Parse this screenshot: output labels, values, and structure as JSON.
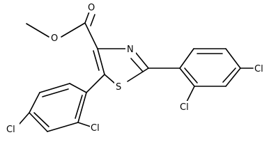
{
  "atoms": {
    "o_carbonyl": "O",
    "o_ester": "O",
    "n_ring": "N",
    "s_ring": "S",
    "cl_right_para": "Cl",
    "cl_right_ortho": "Cl",
    "cl_left_para": "Cl",
    "cl_left_ortho": "Cl"
  }
}
